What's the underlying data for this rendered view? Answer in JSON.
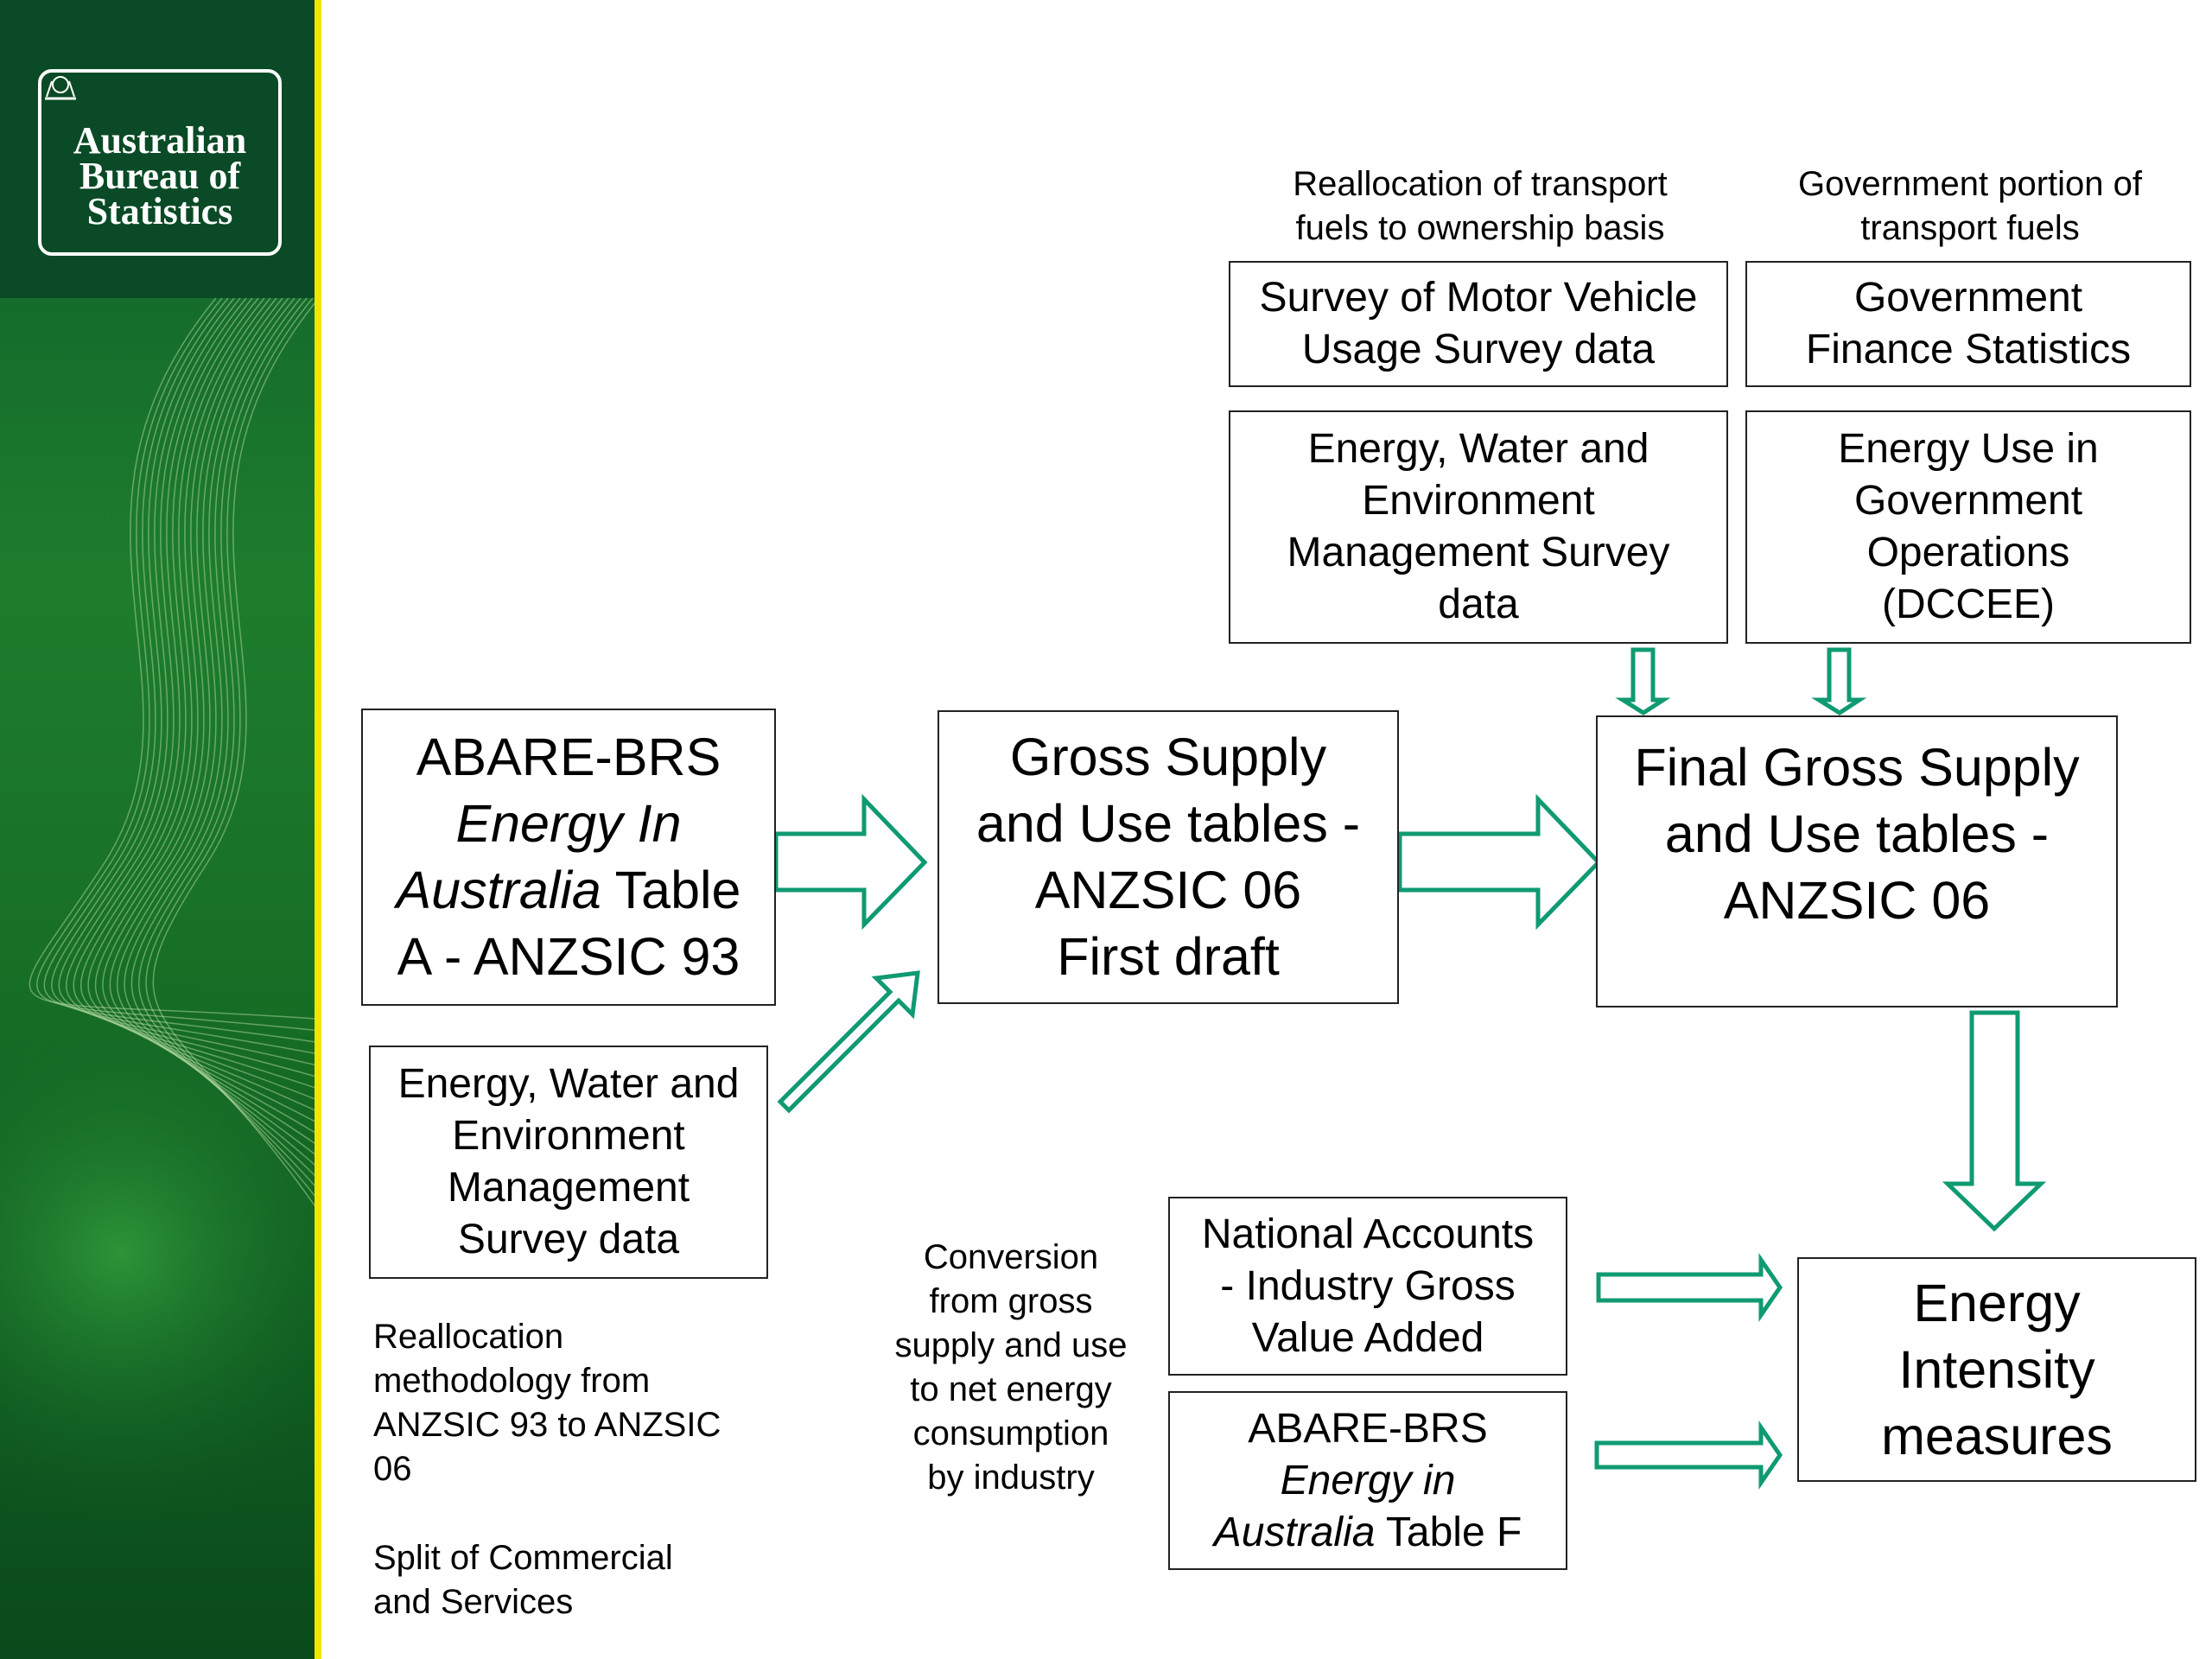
{
  "logo": {
    "text": "Australian\nBureau of\nStatistics"
  },
  "annotations": {
    "transport_realloc": [
      "Reallocation of transport",
      "fuels to ownership basis"
    ],
    "gov_portion": [
      "Government portion of",
      "transport fuels"
    ],
    "conversion": [
      "Conversion",
      "from gross",
      "supply and use",
      "to net energy",
      "consumption",
      "by industry"
    ],
    "realloc_method": [
      "Reallocation",
      "methodology from",
      "ANZSIC 93 to ANZSIC",
      "06"
    ],
    "split": [
      "Split of Commercial",
      "and Services"
    ]
  },
  "boxes": {
    "motor_vehicle": [
      "Survey of Motor Vehicle",
      "Usage Survey data"
    ],
    "gfs": [
      "Government",
      "Finance Statistics"
    ],
    "ewem_top": [
      "Energy, Water and",
      "Environment",
      "Management Survey",
      "data"
    ],
    "eugo": [
      "Energy Use in",
      "Government",
      "Operations",
      "(DCCEE)"
    ],
    "abare_a": {
      "line1": "ABARE-BRS",
      "line2_italic": "Energy In",
      "line3_italic": "Australia",
      "line3_rest": " Table",
      "line4": "A - ANZSIC 93"
    },
    "gross_draft": [
      "Gross Supply",
      "and Use tables -",
      "ANZSIC 06",
      "First draft"
    ],
    "final_gross": [
      "Final Gross Supply",
      "and Use tables -",
      "ANZSIC 06"
    ],
    "ewem_left": [
      "Energy, Water and",
      "Environment",
      "Management",
      "Survey data"
    ],
    "national_accounts": [
      "National Accounts",
      "- Industry Gross",
      "Value Added"
    ],
    "abare_f": {
      "line1": "ABARE-BRS",
      "line2_italic": "Energy in",
      "line3_italic": "Australia",
      "line3_rest": " Table F"
    },
    "energy_intensity": [
      "Energy",
      "Intensity",
      "measures"
    ]
  },
  "colors": {
    "arrow": "#109a72",
    "sidebar_dark": "#0a4a26",
    "accent_yellow": "#f2e600"
  }
}
